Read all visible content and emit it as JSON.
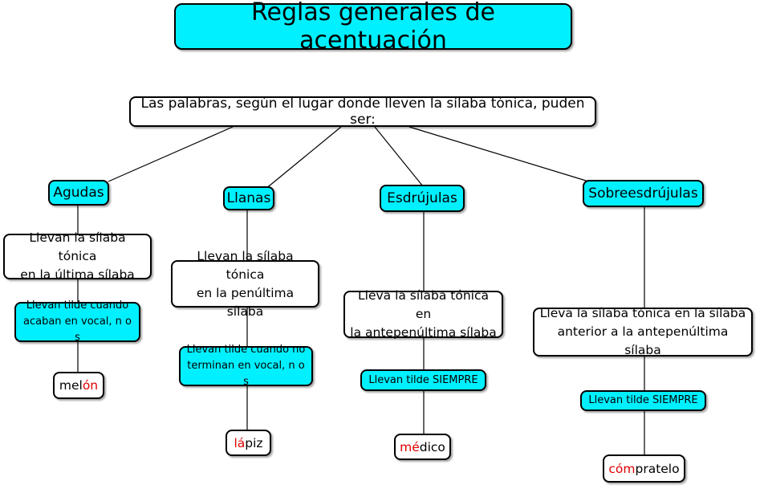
{
  "title": "Reglas generales de acentuación",
  "root": "Las palabras, según el lugar donde lleven la sílaba tónica, puden ser:",
  "categories": [
    {
      "name": "Agudas",
      "rule": [
        "Llevan la sílaba tónica",
        "en la última sílaba"
      ],
      "tilde": [
        "Llevan tilde cuando",
        "acaban en vocal, n o s"
      ],
      "example": {
        "stressed": "",
        "before": "mel",
        "accent": "ón",
        "after": ""
      }
    },
    {
      "name": "Llanas",
      "rule": [
        "Llevan la sílaba tónica",
        "en la penúltima sílaba"
      ],
      "tilde": [
        "Llevan tilde cuando no",
        "terminan en vocal, n o s"
      ],
      "example": {
        "before": "",
        "accent": "lá",
        "after": "piz"
      }
    },
    {
      "name": "Esdrújulas",
      "rule": [
        "Lleva la sílaba tónica en",
        "la antepenúltima sílaba"
      ],
      "tilde": [
        "Llevan tilde SIEMPRE"
      ],
      "example": {
        "before": "",
        "accent": "mé",
        "after": "dico"
      }
    },
    {
      "name": "Sobreesdrújulas",
      "rule": [
        "Lleva la sílaba tónica en la sílaba",
        "anterior a la antepenúltima sílaba"
      ],
      "tilde": [
        "Llevan tilde SIEMPRE"
      ],
      "example": {
        "before": "",
        "accent": "cóm",
        "after": "pratelo"
      }
    }
  ],
  "colors": {
    "node_fill": "#00f0ff",
    "accent_text": "#e00000",
    "border": "#000000"
  }
}
